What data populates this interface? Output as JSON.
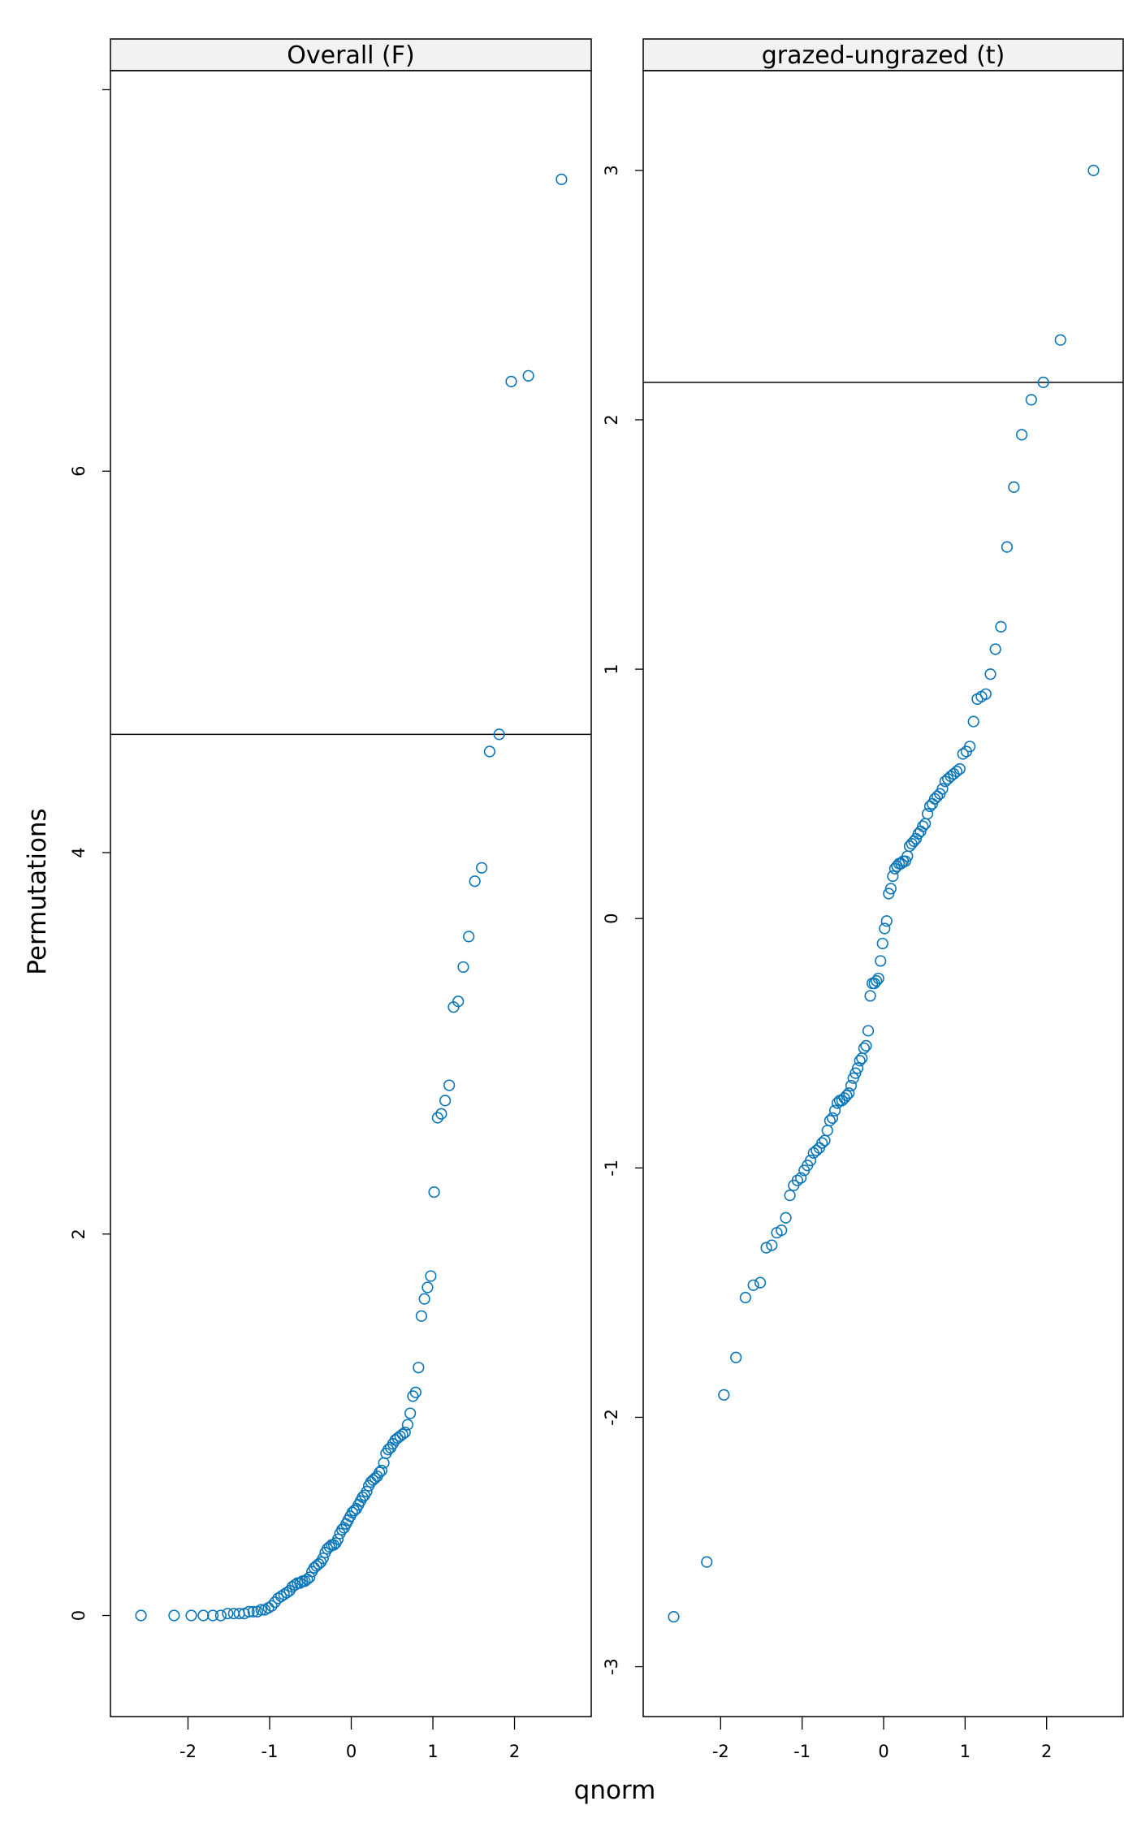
{
  "chart_data": {
    "type": "scatter",
    "xlabel": "qnorm",
    "ylabel": "Permutations",
    "point_color": "#0a76b7",
    "panels": [
      {
        "title": "Overall (F)",
        "xlim": [
          -2.95,
          2.94
        ],
        "ylim": [
          -0.53,
          8.1
        ],
        "x_ticks": [
          -2,
          -1,
          0,
          1,
          2
        ],
        "x_tick_labels": [
          "-2",
          "-1",
          "0",
          "1",
          "2"
        ],
        "y_ticks": [
          0,
          2,
          4,
          6,
          8
        ],
        "y_tick_labels": [
          "0",
          "2",
          "4",
          "6",
          ""
        ],
        "reference_line": 4.62,
        "n": 100,
        "x": "qnorm(ppoints(100))",
        "y": [
          0,
          0,
          0,
          0,
          0,
          0,
          0.01,
          0.01,
          0.01,
          0.01,
          0.02,
          0.02,
          0.02,
          0.03,
          0.03,
          0.04,
          0.05,
          0.07,
          0.09,
          0.1,
          0.11,
          0.12,
          0.13,
          0.15,
          0.16,
          0.17,
          0.17,
          0.18,
          0.18,
          0.19,
          0.2,
          0.23,
          0.25,
          0.26,
          0.27,
          0.28,
          0.3,
          0.33,
          0.35,
          0.36,
          0.37,
          0.37,
          0.38,
          0.4,
          0.43,
          0.45,
          0.46,
          0.48,
          0.5,
          0.52,
          0.54,
          0.55,
          0.56,
          0.58,
          0.6,
          0.62,
          0.63,
          0.65,
          0.68,
          0.7,
          0.71,
          0.72,
          0.73,
          0.75,
          0.76,
          0.8,
          0.85,
          0.87,
          0.88,
          0.9,
          0.92,
          0.93,
          0.94,
          0.95,
          0.96,
          1.0,
          1.06,
          1.15,
          1.17,
          1.3,
          1.57,
          1.66,
          1.72,
          1.78,
          2.22,
          2.61,
          2.63,
          2.7,
          2.78,
          3.19,
          3.22,
          3.4,
          3.56,
          3.85,
          3.92,
          4.53,
          4.62,
          6.47,
          6.5,
          7.53
        ]
      },
      {
        "title": "grazed-ungrazed (t)",
        "xlim": [
          -2.95,
          2.94
        ],
        "ylim": [
          -3.2,
          3.4
        ],
        "x_ticks": [
          -2,
          -1,
          0,
          1,
          2
        ],
        "x_tick_labels": [
          "-2",
          "-1",
          "0",
          "1",
          "2"
        ],
        "y_ticks": [
          -3,
          -2,
          -1,
          0,
          1,
          2,
          3
        ],
        "y_tick_labels": [
          "-3",
          "-2",
          "-1",
          "0",
          "1",
          "2",
          "3"
        ],
        "reference_line": 2.15,
        "n": 100,
        "x": "qnorm(ppoints(100))",
        "y": [
          -2.8,
          -2.58,
          -1.91,
          -1.76,
          -1.52,
          -1.47,
          -1.46,
          -1.32,
          -1.31,
          -1.26,
          -1.25,
          -1.2,
          -1.11,
          -1.07,
          -1.05,
          -1.04,
          -1.01,
          -0.99,
          -0.97,
          -0.94,
          -0.93,
          -0.92,
          -0.9,
          -0.89,
          -0.85,
          -0.81,
          -0.8,
          -0.77,
          -0.74,
          -0.73,
          -0.73,
          -0.72,
          -0.71,
          -0.7,
          -0.67,
          -0.64,
          -0.62,
          -0.6,
          -0.57,
          -0.56,
          -0.52,
          -0.51,
          -0.45,
          -0.31,
          -0.26,
          -0.26,
          -0.25,
          -0.24,
          -0.17,
          -0.1,
          -0.04,
          -0.01,
          0.1,
          0.12,
          0.17,
          0.2,
          0.21,
          0.22,
          0.22,
          0.23,
          0.23,
          0.25,
          0.29,
          0.3,
          0.31,
          0.32,
          0.34,
          0.35,
          0.37,
          0.38,
          0.42,
          0.45,
          0.46,
          0.48,
          0.49,
          0.5,
          0.52,
          0.55,
          0.56,
          0.57,
          0.58,
          0.59,
          0.6,
          0.66,
          0.67,
          0.69,
          0.79,
          0.88,
          0.89,
          0.9,
          0.98,
          1.08,
          1.17,
          1.49,
          1.73,
          1.94,
          2.08,
          2.15,
          2.32,
          3.0
        ]
      }
    ]
  }
}
